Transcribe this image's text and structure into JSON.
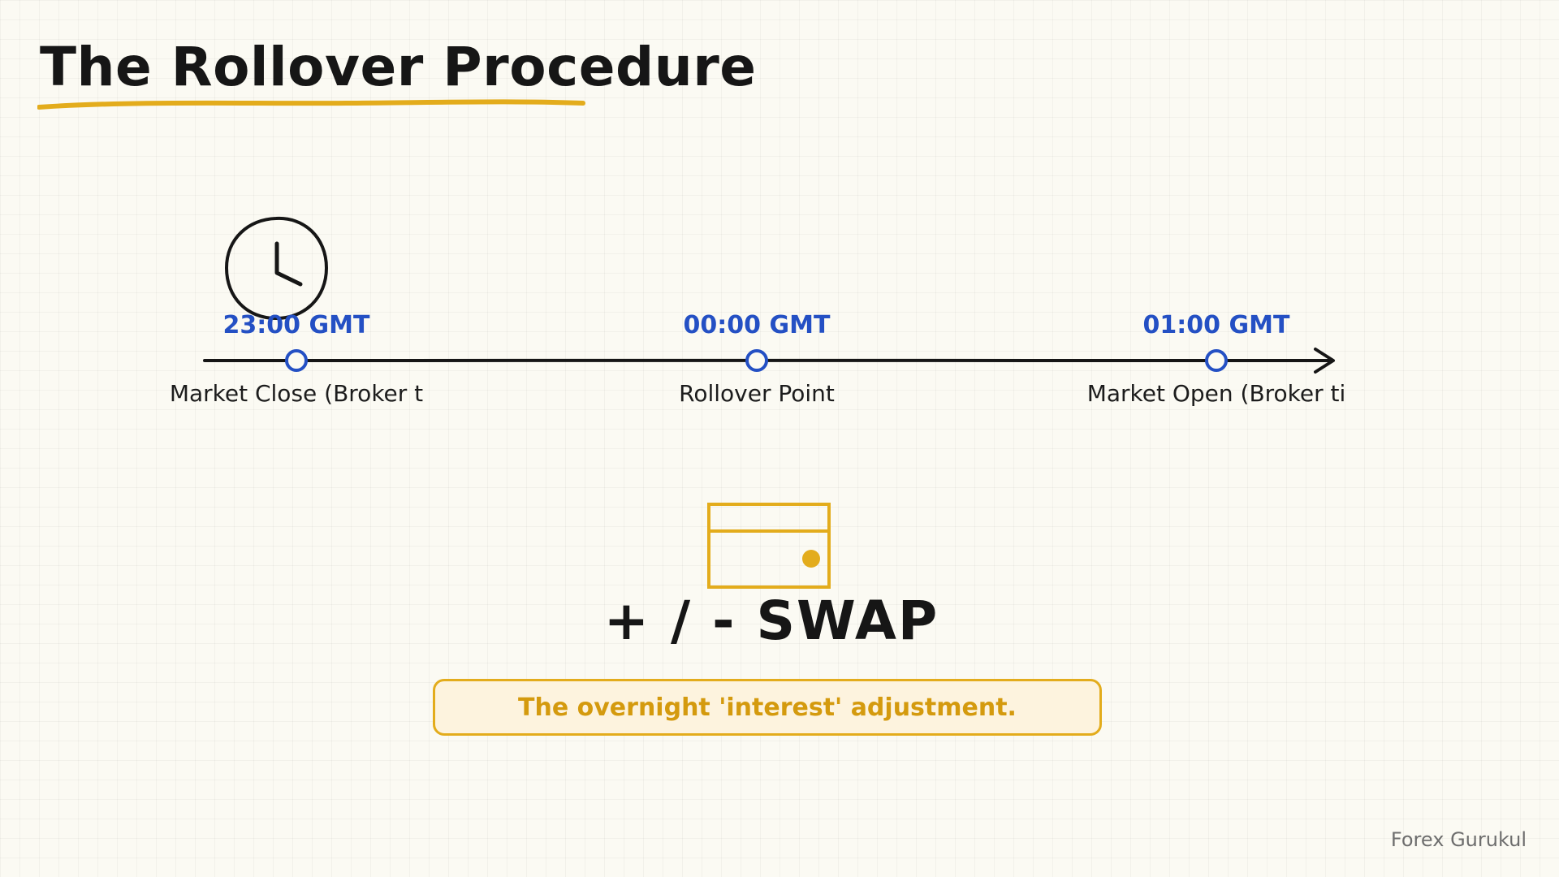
{
  "title": "The Rollover Procedure",
  "colors": {
    "accent": "#e3ac1c",
    "timeline_blue": "#2450c4",
    "ink": "#161616",
    "note_fill": "#fdf3de"
  },
  "icons": {
    "top": "clock-icon",
    "center": "card-icon"
  },
  "timeline": {
    "points": [
      {
        "time": "23:00 GMT",
        "label": "Market Close (Broker t"
      },
      {
        "time": "00:00 GMT",
        "label": "Rollover Point"
      },
      {
        "time": "01:00 GMT",
        "label": "Market Open (Broker ti"
      }
    ]
  },
  "swap": {
    "label": "+ / - SWAP",
    "note": "The overnight 'interest' adjustment."
  },
  "brand": "Forex Gurukul"
}
